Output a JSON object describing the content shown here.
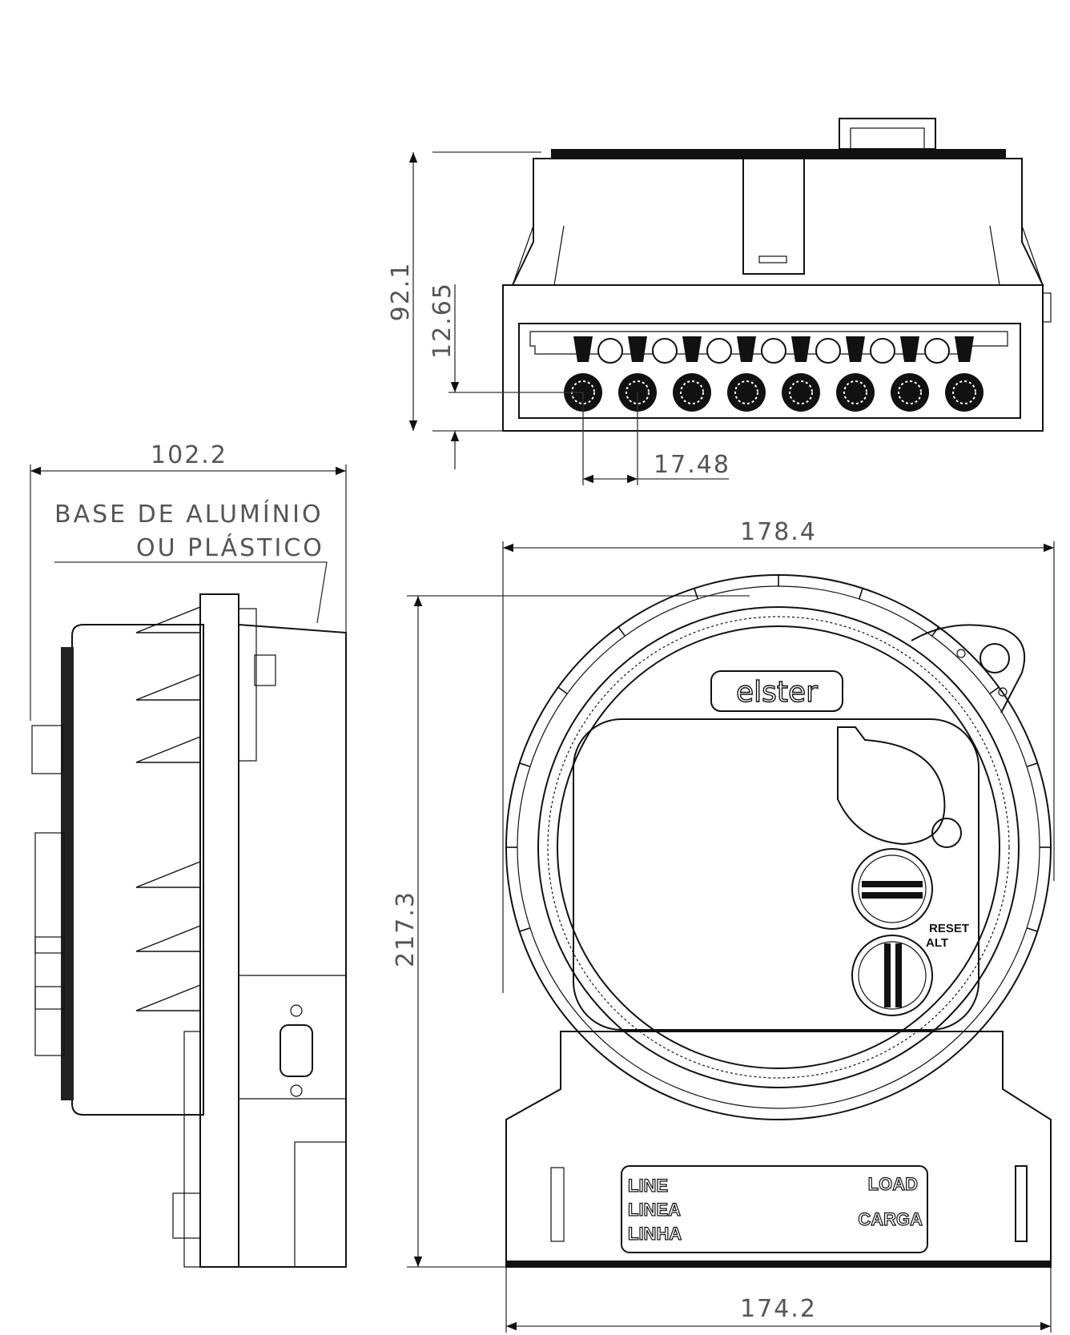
{
  "dimensions": {
    "top_height": "92.1",
    "terminal_height": "12.65",
    "terminal_pitch": "17.48",
    "side_depth": "102.2",
    "front_width": "178.4",
    "front_height": "217.3",
    "base_width": "174.2"
  },
  "notes": {
    "base_line1": "BASE DE ALUMÍNIO",
    "base_line2": "OU PLÁSTICO"
  },
  "meter": {
    "brand": "elster",
    "button_reset": "RESET",
    "button_alt": "ALT",
    "label_line": "LINE",
    "label_linea": "LINEA",
    "label_linha": "LINHA",
    "label_load": "LOAD",
    "label_carga": "CARGA"
  }
}
